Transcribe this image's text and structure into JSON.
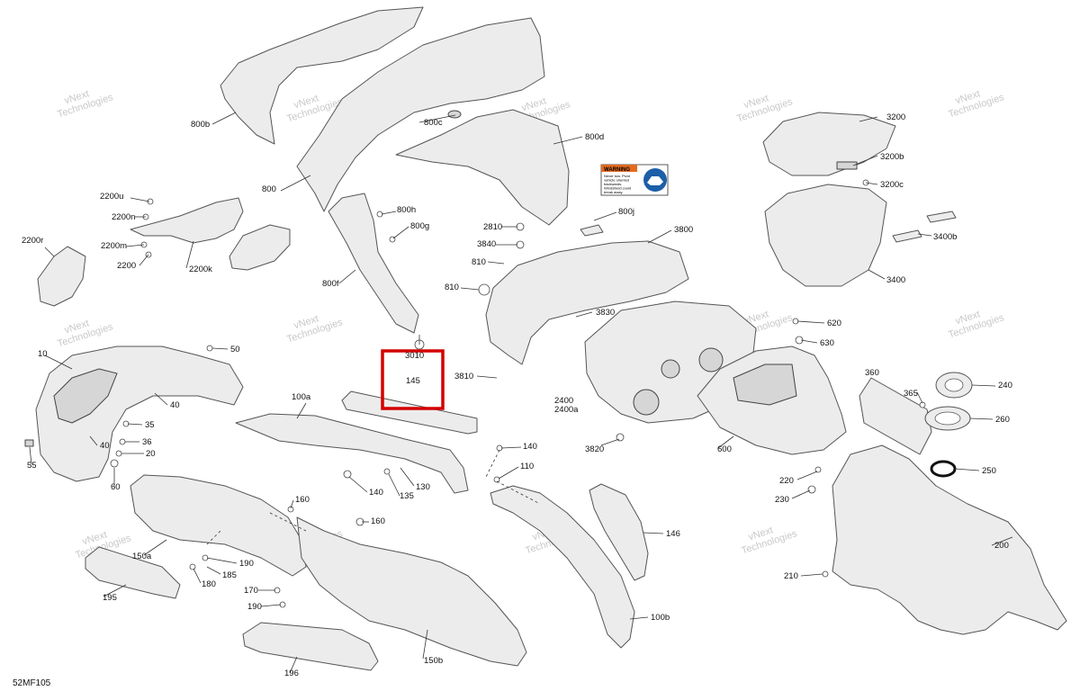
{
  "diagram_code": "52MF105",
  "watermark": [
    "vNext",
    "Technologies"
  ],
  "selected_label": "145",
  "warning_label": "WARNING",
  "warning_text": [
    "Never tow. Pivot",
    "vehicle oriented",
    "backwards.",
    "Windshield could",
    "break away."
  ],
  "labels": [
    "800b",
    "800c",
    "800d",
    "800",
    "800h",
    "800g",
    "800f",
    "800j",
    "2200u",
    "2200n",
    "2200m",
    "2200",
    "2200k",
    "2200r",
    "3200",
    "3200b",
    "3200c",
    "3400b",
    "3400",
    "3800",
    "2810",
    "3840",
    "810",
    "810",
    "3830",
    "3810",
    "3010",
    "145",
    "2400",
    "2400a",
    "3820",
    "620",
    "630",
    "360",
    "365",
    "240",
    "260",
    "250",
    "10",
    "50",
    "40",
    "35",
    "36",
    "40",
    "20",
    "55",
    "60",
    "100a",
    "140",
    "110",
    "135",
    "130",
    "140",
    "160",
    "160",
    "150a",
    "190",
    "185",
    "180",
    "195",
    "170",
    "190",
    "196",
    "146",
    "150b",
    "100b",
    "600",
    "220",
    "230",
    "200",
    "210"
  ]
}
